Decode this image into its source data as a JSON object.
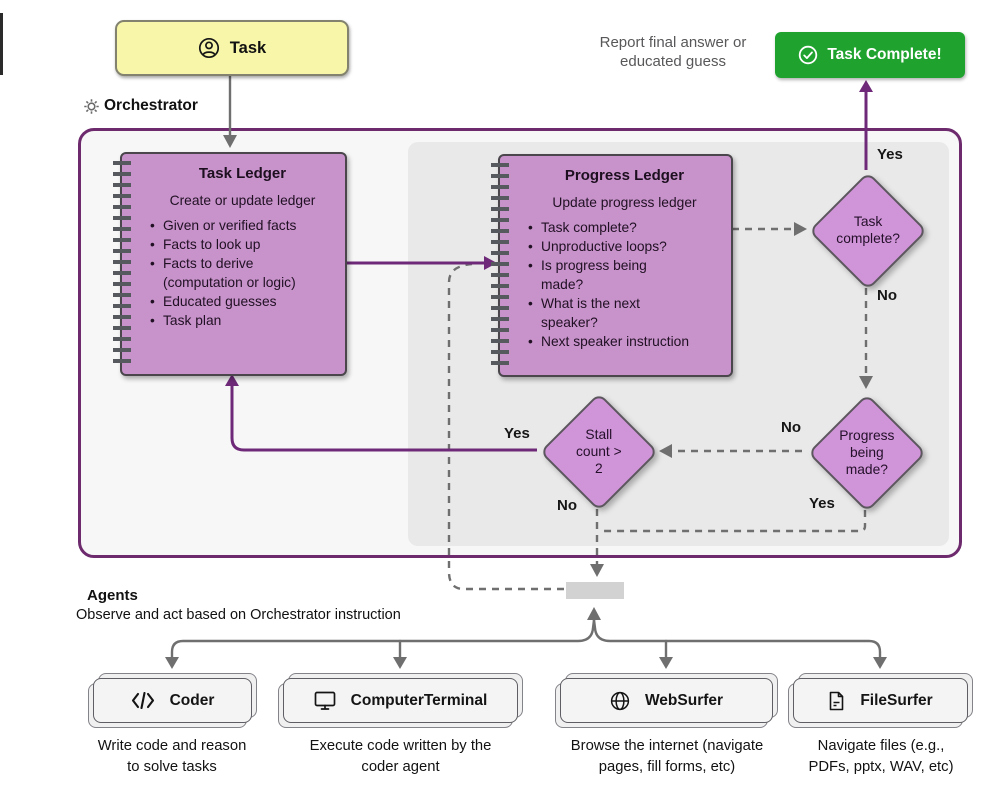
{
  "task": {
    "label": "Task"
  },
  "orchestrator": {
    "label": "Orchestrator"
  },
  "report_note": "Report final answer or\neducated guess",
  "task_complete": {
    "label": "Task Complete!"
  },
  "task_ledger": {
    "title": "Task Ledger",
    "subtitle": "Create or update ledger",
    "bullets": [
      "Given or verified facts",
      "Facts to look up",
      "Facts to derive\n(computation or logic)",
      "Educated guesses",
      "Task plan"
    ]
  },
  "progress_ledger": {
    "title": "Progress Ledger",
    "subtitle": "Update progress ledger",
    "bullets": [
      "Task complete?",
      "Unproductive loops?",
      "Is progress being\nmade?",
      "What is the next\nspeaker?",
      "Next speaker instruction"
    ]
  },
  "decisions": {
    "task_complete": "Task\ncomplete?",
    "progress": "Progress\nbeing\nmade?",
    "stall": "Stall\ncount >\n2"
  },
  "edge_labels": {
    "tc_yes": "Yes",
    "tc_no": "No",
    "pb_no": "No",
    "pb_yes": "Yes",
    "stall_yes": "Yes",
    "stall_no": "No"
  },
  "agents_section": {
    "heading": "Agents",
    "subheading": "Observe and act based on Orchestrator instruction",
    "items": [
      {
        "name": "Coder",
        "icon": "code-icon",
        "description": "Write code and reason\nto solve tasks"
      },
      {
        "name": "ComputerTerminal",
        "icon": "terminal-icon",
        "description": "Execute code written by the\ncoder agent"
      },
      {
        "name": "WebSurfer",
        "icon": "globe-icon",
        "description": "Browse the internet (navigate\npages, fill forms, etc)"
      },
      {
        "name": "FileSurfer",
        "icon": "file-icon",
        "description": "Navigate files (e.g.,\nPDFs, pptx, WAV, etc)"
      }
    ]
  },
  "colors": {
    "accent_purple": "#6e2a78",
    "border_purple": "#6d2a6d",
    "ledger_fill": "#c793ca",
    "diamond_fill": "#d094d8",
    "task_fill": "#f8f6a8",
    "complete_green": "#1fa32e",
    "connector_gray": "#6f6f6f"
  }
}
